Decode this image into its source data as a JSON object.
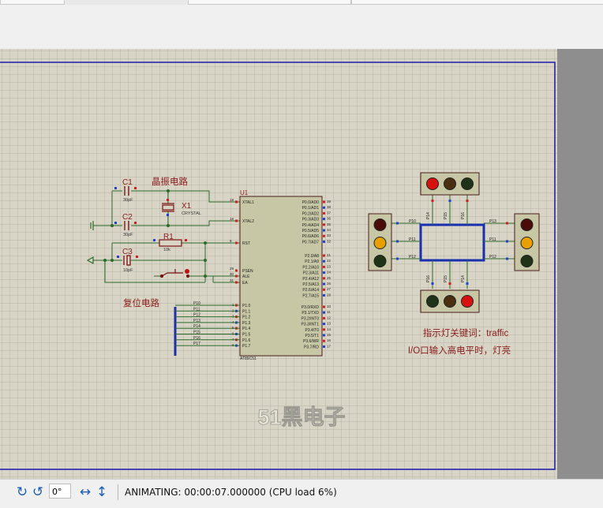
{
  "schematic": {
    "sheet_title": "51黑电子",
    "label_crystal_circuit": "晶振电路",
    "label_reset_circuit": "复位电路",
    "label_c1": "C1",
    "label_c1_value": "30pF",
    "label_c2": "C2",
    "label_c2_value": "30pF",
    "label_c3": "C3",
    "label_c3_value": "10pF",
    "label_x1": "X1",
    "label_x1_type": "CRYSTAL",
    "label_r1": "R1",
    "label_r1_value": "10k",
    "label_u1": "U1",
    "label_u1_part": "AT89C51",
    "note_line1": "指示灯关键词：traffic",
    "note_line2": "I/O口输入高电平时，灯亮",
    "mcu_left_pins": [
      {
        "num": "19",
        "name": "XTAL1"
      },
      {
        "num": "18",
        "name": "XTAL2"
      },
      {
        "num": "9",
        "name": "RST"
      },
      {
        "num": "29",
        "name": "PSEN"
      },
      {
        "num": "30",
        "name": "ALE"
      },
      {
        "num": "31",
        "name": "EA"
      }
    ],
    "mcu_p1_pins": [
      {
        "num": "1",
        "name": "P1.0"
      },
      {
        "num": "2",
        "name": "P1.1"
      },
      {
        "num": "3",
        "name": "P1.2"
      },
      {
        "num": "4",
        "name": "P1.3"
      },
      {
        "num": "5",
        "name": "P1.4"
      },
      {
        "num": "6",
        "name": "P1.5"
      },
      {
        "num": "7",
        "name": "P1.6"
      },
      {
        "num": "8",
        "name": "P1.7"
      }
    ],
    "p1_net_labels": [
      "P10",
      "P11",
      "P12",
      "P13",
      "P14",
      "P15",
      "P16",
      "P17"
    ],
    "mcu_right_pins_top": [
      {
        "num": "39",
        "name": "P0.0/AD0"
      },
      {
        "num": "38",
        "name": "P0.1/AD1"
      },
      {
        "num": "37",
        "name": "P0.2/AD2"
      },
      {
        "num": "36",
        "name": "P0.3/AD3"
      },
      {
        "num": "35",
        "name": "P0.4/AD4"
      },
      {
        "num": "34",
        "name": "P0.5/AD5"
      },
      {
        "num": "33",
        "name": "P0.6/AD6"
      },
      {
        "num": "32",
        "name": "P0.7/AD7"
      }
    ],
    "mcu_right_pins_mid": [
      {
        "num": "21",
        "name": "P2.0/A8"
      },
      {
        "num": "22",
        "name": "P2.1/A9"
      },
      {
        "num": "23",
        "name": "P2.2/A10"
      },
      {
        "num": "24",
        "name": "P2.3/A11"
      },
      {
        "num": "25",
        "name": "P2.4/A12"
      },
      {
        "num": "26",
        "name": "P2.5/A13"
      },
      {
        "num": "27",
        "name": "P2.6/A14"
      },
      {
        "num": "28",
        "name": "P2.7/A15"
      }
    ],
    "mcu_right_pins_bot": [
      {
        "num": "10",
        "name": "P3.0/RXD"
      },
      {
        "num": "11",
        "name": "P3.1/TXD"
      },
      {
        "num": "12",
        "name": "P3.2/INT0"
      },
      {
        "num": "13",
        "name": "P3.3/INT1"
      },
      {
        "num": "14",
        "name": "P3.4/T0"
      },
      {
        "num": "15",
        "name": "P3.5/T1"
      },
      {
        "num": "16",
        "name": "P3.6/WR"
      },
      {
        "num": "17",
        "name": "P3.7/RD"
      }
    ],
    "traffic_labels": {
      "north": [
        "P14",
        "P15",
        "P16"
      ],
      "south": [
        "P16",
        "P15",
        "P14"
      ],
      "west": [
        "P10",
        "P11",
        "P12"
      ],
      "east": [
        "P13",
        "P11",
        "P12"
      ]
    }
  },
  "statusbar": {
    "rotation_value": "0°",
    "rotate_cw_icon": "rotate-cw-icon",
    "rotate_ccw_icon": "rotate-ccw-icon",
    "mirror_h_icon": "mirror-horizontal-icon",
    "mirror_v_icon": "mirror-vertical-icon",
    "message": "ANIMATING: 00:00:07.000000 (CPU load 6%)"
  },
  "colors": {
    "sheet_bg": "#d8d5c6",
    "grid": "#b7b4a5",
    "sheet_border": "#1b1bb0",
    "wire": "#2a6b2a",
    "bus": "#1a2fb0",
    "component": "#7a1010",
    "label_red": "#8a1c1c",
    "lamp_red_on": "#d71010",
    "lamp_yellow_on": "#e8a000",
    "lamp_green_off": "#1e3318",
    "lamp_red_off": "#4a0c08",
    "lamp_yellow_off": "#4a3010",
    "mcu_body": "#c7c6a5"
  }
}
